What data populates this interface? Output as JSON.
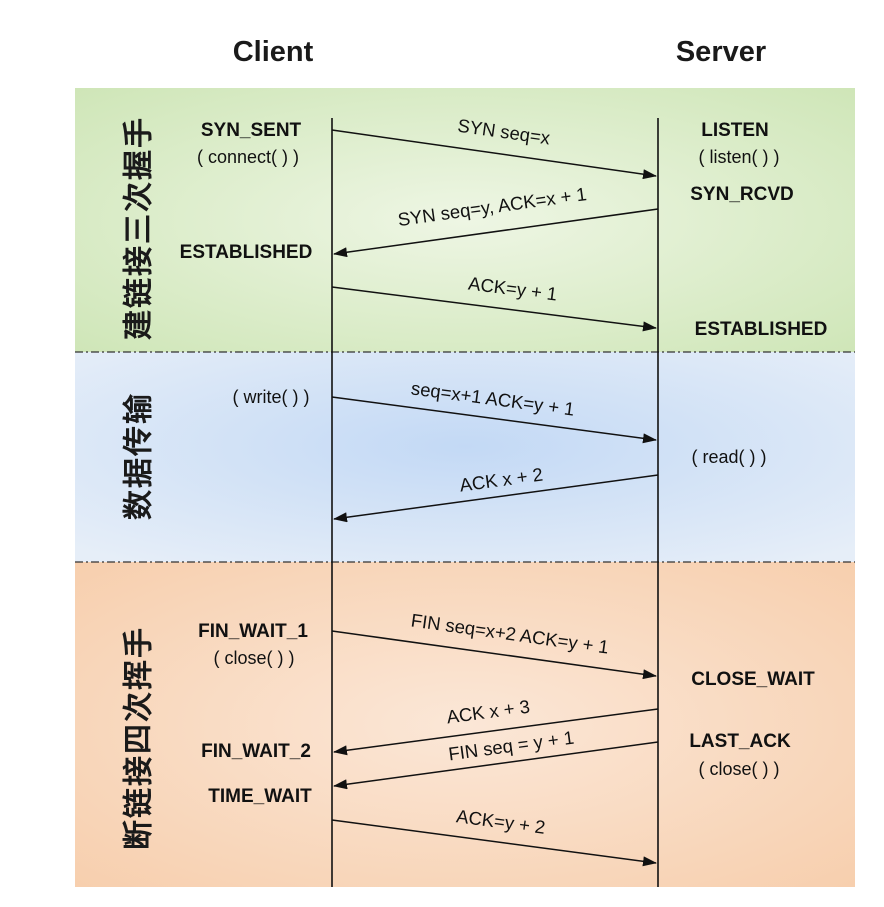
{
  "headers": {
    "client": "Client",
    "server": "Server"
  },
  "phases": [
    {
      "name": "建链接三次握手",
      "color": "#d4e9c0"
    },
    {
      "name": "数据传输",
      "color": "#cfdff2"
    },
    {
      "name": "断链接四次挥手",
      "color": "#f9d8bf"
    }
  ],
  "client_labels": {
    "syn_sent": "SYN_SENT",
    "connect": "( connect( ) )",
    "established": "ESTABLISHED",
    "write": "( write( ) )",
    "fin_wait_1": "FIN_WAIT_1",
    "close": "( close( ) )",
    "fin_wait_2": "FIN_WAIT_2",
    "time_wait": "TIME_WAIT"
  },
  "server_labels": {
    "listen": "LISTEN",
    "listen_call": "( listen( ) )",
    "syn_rcvd": "SYN_RCVD",
    "established": "ESTABLISHED",
    "read": "( read( ) )",
    "close_wait": "CLOSE_WAIT",
    "last_ack": "LAST_ACK",
    "close": "( close( ) )"
  },
  "messages": {
    "syn": "SYN seq=x",
    "syn_ack": "SYN seq=y, ACK=x + 1",
    "ack1": "ACK=y + 1",
    "data": "seq=x+1 ACK=y + 1",
    "data_ack": "ACK x + 2",
    "fin1": "FIN seq=x+2 ACK=y + 1",
    "ack_fin1": "ACK x + 3",
    "fin2": "FIN seq = y + 1",
    "ack_fin2": "ACK=y + 2"
  }
}
